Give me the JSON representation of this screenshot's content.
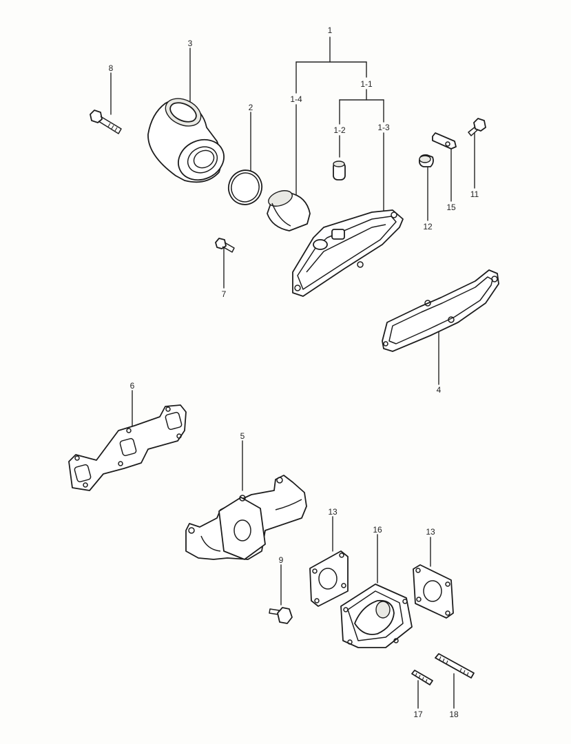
{
  "callouts": {
    "c1": "1",
    "c1_1": "1-1",
    "c1_2": "1-2",
    "c1_3": "1-3",
    "c1_4": "1-4",
    "c2": "2",
    "c3": "3",
    "c4": "4",
    "c5": "5",
    "c6": "6",
    "c7": "7",
    "c8": "8",
    "c9": "9",
    "c11": "11",
    "c12": "12",
    "c13a": "13",
    "c13b": "13",
    "c15": "15",
    "c16": "16",
    "c17": "17",
    "c18": "18"
  },
  "colors": {
    "line": "#1c1c1c",
    "background": "#fdfdfb",
    "fill": "#ffffff"
  }
}
